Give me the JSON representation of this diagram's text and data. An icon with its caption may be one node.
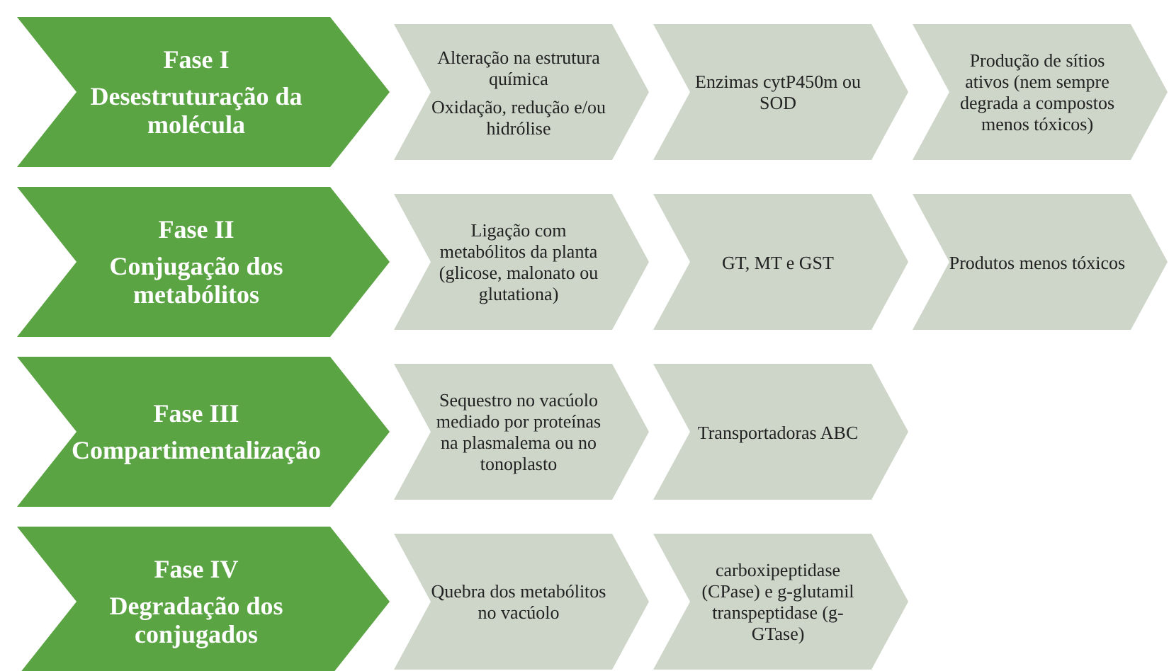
{
  "diagram": {
    "nodes": [
      {
        "text": [
          "Fase I",
          "Desestruturação da molécula"
        ]
      },
      {
        "text": [
          "Alteração na estrutura química",
          "Oxidação, redução e/ou hidrólise"
        ]
      },
      {
        "text": [
          "Enzimas cytP450m ou SOD"
        ]
      },
      {
        "text": [
          "Produção de sítios ativos (nem sempre degrada a compostos menos tóxicos)"
        ]
      },
      {
        "text": [
          "Fase II",
          "Conjugação dos metabólitos"
        ]
      },
      {
        "text": [
          "Ligação com metabólitos da planta (glicose, malonato ou glutationa)"
        ]
      },
      {
        "text": [
          "GT, MT e GST"
        ]
      },
      {
        "text": [
          "Produtos menos tóxicos"
        ]
      },
      {
        "text": [
          "Fase III",
          "Compartimentalização"
        ]
      },
      {
        "text": [
          "Sequestro no vacúolo mediado por proteínas na plasmalema ou no tonoplasto"
        ]
      },
      {
        "text": [
          "Transportadoras ABC"
        ]
      },
      {
        "text": [
          "Fase IV",
          "Degradação dos conjugados"
        ]
      },
      {
        "text": [
          "Quebra dos metabólitos no vacúolo"
        ]
      },
      {
        "text": [
          "carboxipeptidase (CPase) e g-glutamil transpeptidase (g-GTase)"
        ]
      }
    ]
  }
}
